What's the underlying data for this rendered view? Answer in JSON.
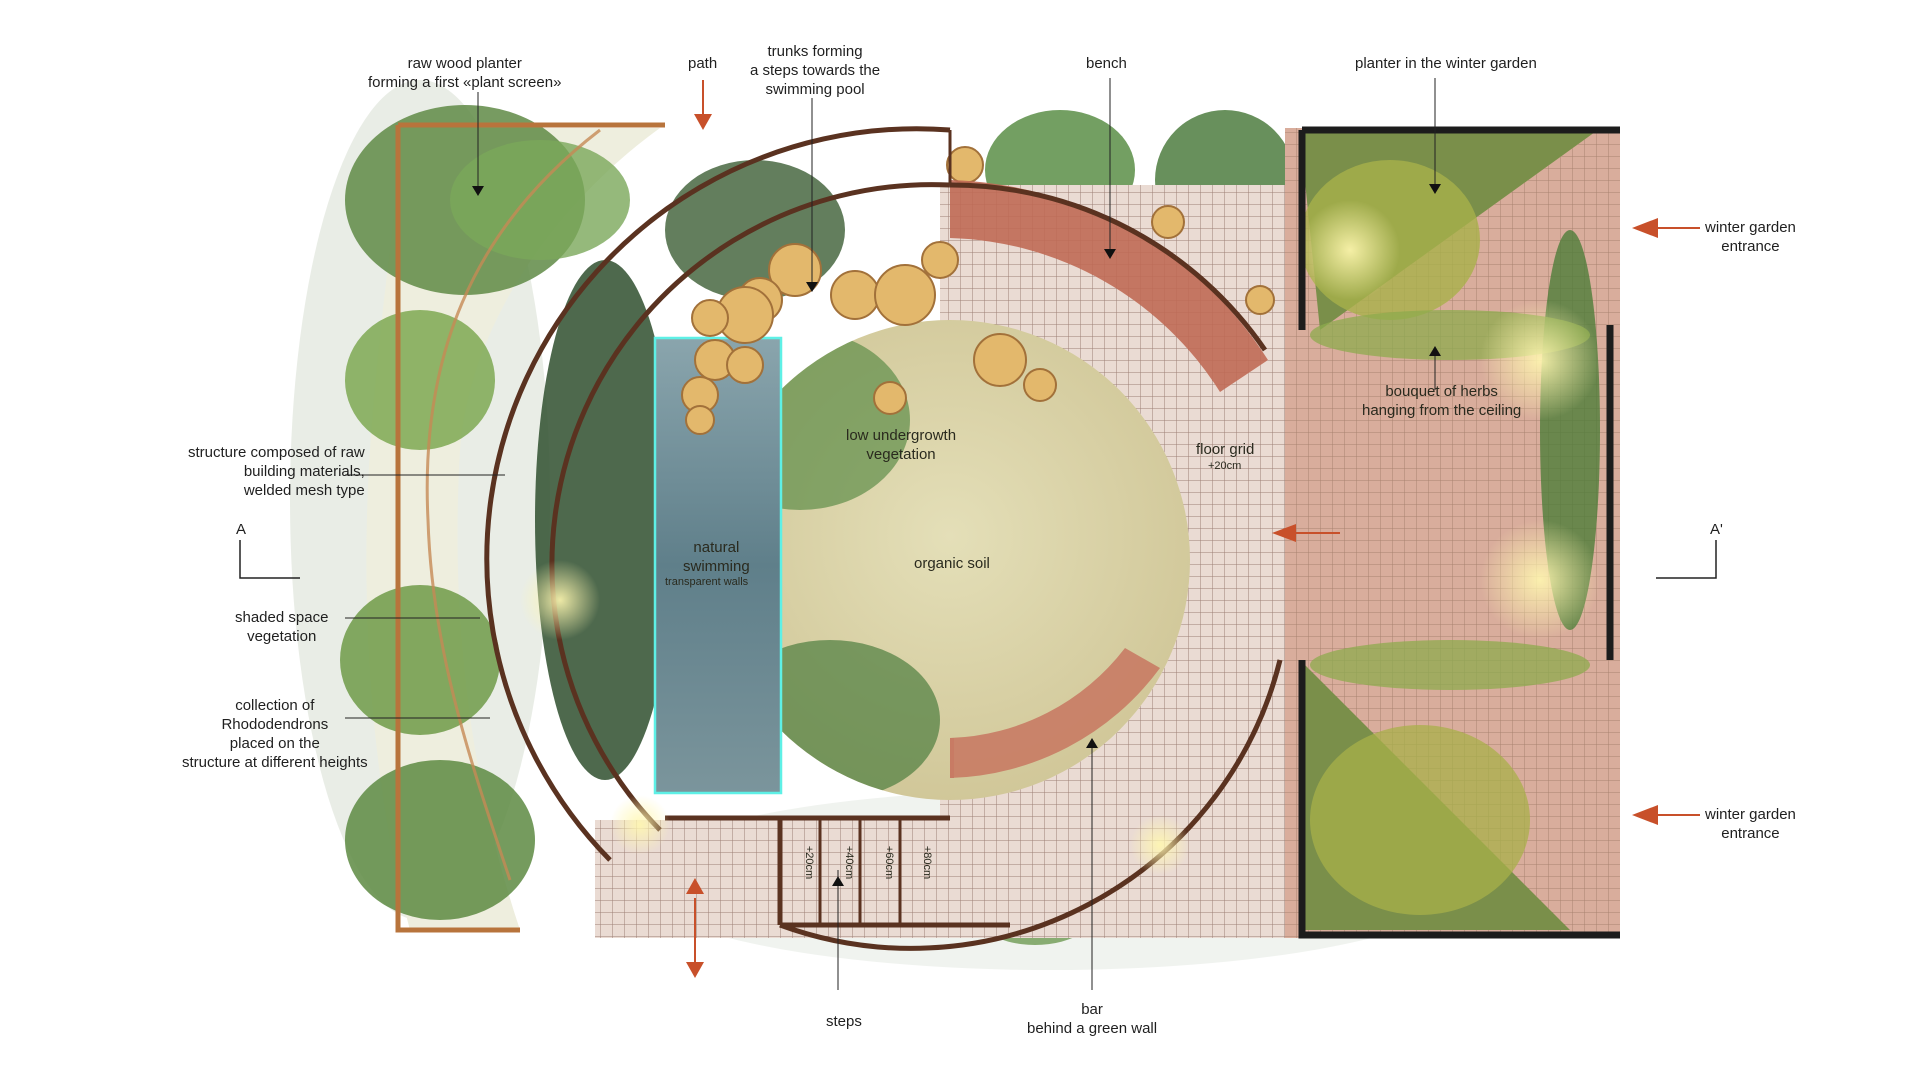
{
  "colors": {
    "accent_arrow": "#c8502a",
    "structure_wood": "#5a3220",
    "planter_wood": "#b8743c",
    "soil": "#d8d2a8",
    "water": "#6f8f99",
    "water_edge": "#5ef0e6",
    "grid_floor": "#e6cfc5",
    "wall_dark": "#1c1c1c",
    "foliage_dark": "#2f5a2c",
    "foliage_light": "#8fbf5a"
  },
  "labels": {
    "raw_wood_planter": [
      "raw wood planter",
      "forming a first «plant screen»"
    ],
    "path": [
      "path"
    ],
    "trunks": [
      "trunks forming",
      "a steps towards the",
      "swimming pool"
    ],
    "bench": [
      "bench"
    ],
    "planter_winter_garden": [
      "planter in the winter garden"
    ],
    "winter_entrance_top": [
      "winter garden",
      "entrance"
    ],
    "bouquet_herbs": [
      "bouquet of herbs",
      "hanging from the ceiling"
    ],
    "structure_raw": [
      "structure composed of raw",
      "building materials,",
      "welded mesh type"
    ],
    "low_undergrowth": [
      "low undergrowth",
      "vegetation"
    ],
    "floor_grid": [
      "floor grid"
    ],
    "floor_grid_height": "+20cm",
    "section_a": "A",
    "section_a_prime": "A'",
    "natural_swimming": [
      "natural",
      "swimming"
    ],
    "transparent_walls": "transparent walls",
    "organic_soil": [
      "organic soil"
    ],
    "shaded_space": [
      "shaded space",
      "vegetation"
    ],
    "rhododendrons": [
      "collection of",
      "Rhododendrons",
      "placed on the",
      "structure at different heights"
    ],
    "winter_entrance_bottom": [
      "winter garden",
      "entrance"
    ],
    "steps": [
      "steps"
    ],
    "bar": [
      "bar",
      "behind a green wall"
    ],
    "step_heights": [
      "+20cm",
      "+40cm",
      "+60cm",
      "+80cm"
    ]
  }
}
